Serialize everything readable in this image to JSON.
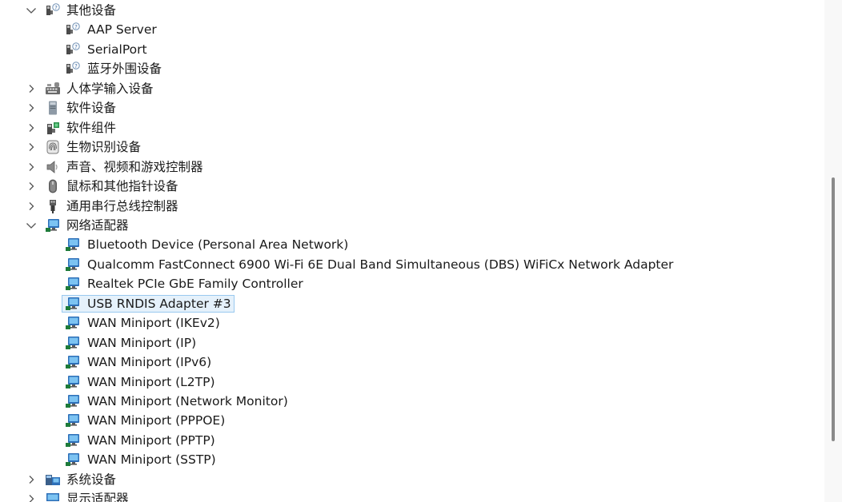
{
  "tree": [
    {
      "id": "other",
      "level": 0,
      "expanded": true,
      "icon": "unknown-device-icon",
      "label": "其他设备"
    },
    {
      "id": "other-aap",
      "level": 1,
      "icon": "unknown-device-icon",
      "label": "AAP Server"
    },
    {
      "id": "other-serial",
      "level": 1,
      "icon": "unknown-device-icon",
      "label": "SerialPort"
    },
    {
      "id": "other-bt",
      "level": 1,
      "icon": "unknown-device-icon",
      "label": "蓝牙外围设备"
    },
    {
      "id": "hid",
      "level": 0,
      "expanded": false,
      "icon": "keyboard-icon",
      "label": "人体学输入设备"
    },
    {
      "id": "swdev",
      "level": 0,
      "expanded": false,
      "icon": "software-device-icon",
      "label": "软件设备"
    },
    {
      "id": "swcomp",
      "level": 0,
      "expanded": false,
      "icon": "software-component-icon",
      "label": "软件组件"
    },
    {
      "id": "bio",
      "level": 0,
      "expanded": false,
      "icon": "fingerprint-icon",
      "label": "生物识别设备"
    },
    {
      "id": "audio",
      "level": 0,
      "expanded": false,
      "icon": "speaker-icon",
      "label": "声音、视频和游戏控制器"
    },
    {
      "id": "mouse",
      "level": 0,
      "expanded": false,
      "icon": "mouse-icon",
      "label": "鼠标和其他指针设备"
    },
    {
      "id": "usb",
      "level": 0,
      "expanded": false,
      "icon": "usb-icon",
      "label": "通用串行总线控制器"
    },
    {
      "id": "net",
      "level": 0,
      "expanded": true,
      "icon": "network-adapter-icon",
      "label": "网络适配器"
    },
    {
      "id": "net-bt",
      "level": 1,
      "icon": "network-adapter-icon",
      "label": "Bluetooth Device (Personal Area Network)"
    },
    {
      "id": "net-qc",
      "level": 1,
      "icon": "network-adapter-icon",
      "label": "Qualcomm FastConnect 6900 Wi-Fi 6E Dual Band Simultaneous (DBS) WiFiCx Network Adapter"
    },
    {
      "id": "net-rt",
      "level": 1,
      "icon": "network-adapter-icon",
      "label": "Realtek PCIe GbE Family Controller"
    },
    {
      "id": "net-rndis",
      "level": 1,
      "icon": "network-adapter-icon",
      "label": "USB RNDIS Adapter #3",
      "selected": true
    },
    {
      "id": "net-ikev2",
      "level": 1,
      "icon": "network-adapter-icon",
      "label": "WAN Miniport (IKEv2)"
    },
    {
      "id": "net-ip",
      "level": 1,
      "icon": "network-adapter-icon",
      "label": "WAN Miniport (IP)"
    },
    {
      "id": "net-ipv6",
      "level": 1,
      "icon": "network-adapter-icon",
      "label": "WAN Miniport (IPv6)"
    },
    {
      "id": "net-l2tp",
      "level": 1,
      "icon": "network-adapter-icon",
      "label": "WAN Miniport (L2TP)"
    },
    {
      "id": "net-nm",
      "level": 1,
      "icon": "network-adapter-icon",
      "label": "WAN Miniport (Network Monitor)"
    },
    {
      "id": "net-pppoe",
      "level": 1,
      "icon": "network-adapter-icon",
      "label": "WAN Miniport (PPPOE)"
    },
    {
      "id": "net-pptp",
      "level": 1,
      "icon": "network-adapter-icon",
      "label": "WAN Miniport (PPTP)"
    },
    {
      "id": "net-sstp",
      "level": 1,
      "icon": "network-adapter-icon",
      "label": "WAN Miniport (SSTP)"
    },
    {
      "id": "sys",
      "level": 0,
      "expanded": false,
      "icon": "system-device-icon",
      "label": "系统设备"
    },
    {
      "id": "disp",
      "level": 0,
      "expanded": false,
      "icon": "display-adapter-icon",
      "label": "显示适配器"
    }
  ]
}
